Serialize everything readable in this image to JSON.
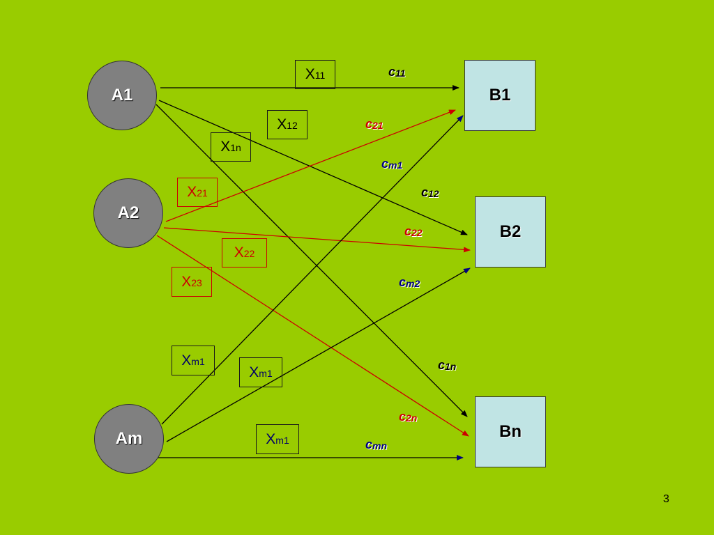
{
  "sources": [
    {
      "id": "A1",
      "label": "A1"
    },
    {
      "id": "A2",
      "label": "A2"
    },
    {
      "id": "Am",
      "label": "Am"
    }
  ],
  "destinations": [
    {
      "id": "B1",
      "label": "B1"
    },
    {
      "id": "B2",
      "label": "B2"
    },
    {
      "id": "Bn",
      "label": "Bn"
    }
  ],
  "flow_labels": [
    {
      "id": "x11",
      "base": "X",
      "sub": "11",
      "color": "black"
    },
    {
      "id": "x12",
      "base": "X",
      "sub": "12",
      "color": "black"
    },
    {
      "id": "x1n",
      "base": "X",
      "sub": "1n",
      "color": "black"
    },
    {
      "id": "x21",
      "base": "X",
      "sub": "21",
      "color": "red"
    },
    {
      "id": "x22",
      "base": "X",
      "sub": "22",
      "color": "red"
    },
    {
      "id": "x23",
      "base": "X",
      "sub": "23",
      "color": "red"
    },
    {
      "id": "xm1a",
      "base": "X",
      "sub": "m1",
      "color": "navy"
    },
    {
      "id": "xm1b",
      "base": "X",
      "sub": "m1",
      "color": "navy"
    },
    {
      "id": "xm1c",
      "base": "X",
      "sub": "m1",
      "color": "navy"
    }
  ],
  "cost_labels": [
    {
      "id": "c11",
      "base": "c",
      "sub": "11",
      "color": "black"
    },
    {
      "id": "c21",
      "base": "c",
      "sub": "21",
      "color": "red"
    },
    {
      "id": "cm1",
      "base": "c",
      "sub": "m1",
      "color": "navy"
    },
    {
      "id": "c12",
      "base": "c",
      "sub": "12",
      "color": "black"
    },
    {
      "id": "c22",
      "base": "c",
      "sub": "22",
      "color": "red"
    },
    {
      "id": "cm2",
      "base": "c",
      "sub": "m2",
      "color": "navy"
    },
    {
      "id": "c1n",
      "base": "c",
      "sub": "1n",
      "color": "black"
    },
    {
      "id": "c2n",
      "base": "c",
      "sub": "2n",
      "color": "red"
    },
    {
      "id": "cmn",
      "base": "c",
      "sub": "mn",
      "color": "navy"
    }
  ],
  "colors": {
    "background": "#99cc00",
    "source_fill": "#808080",
    "dest_fill": "#c0e4e4",
    "edge_black": "#000000",
    "edge_red": "#cc0000",
    "edge_navy": "#000080"
  },
  "slide_number": "3"
}
